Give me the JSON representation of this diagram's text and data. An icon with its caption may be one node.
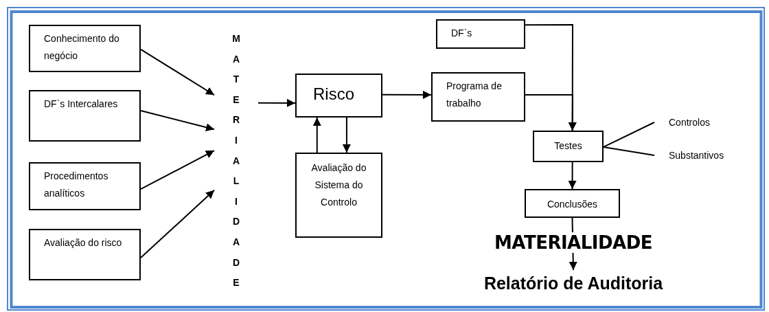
{
  "diagram": {
    "nodes": [
      {
        "text": [
          "Conhecimento do negócio"
        ]
      },
      {
        "text": [
          "DF`s Intercalares"
        ]
      },
      {
        "text": [
          "Procedimentos analíticos"
        ]
      },
      {
        "text": [
          "Avaliação do risco"
        ]
      },
      {
        "text": [
          "MATERIALIDADE"
        ]
      },
      {
        "text": [
          "Risco"
        ]
      },
      {
        "text": [
          "Avaliação do Sistema do Controlo"
        ]
      },
      {
        "text": [
          "DF`s"
        ]
      },
      {
        "text": [
          "Programa de trabalho"
        ]
      },
      {
        "text": [
          "Testes"
        ]
      },
      {
        "text": [
          "Controlos"
        ]
      },
      {
        "text": [
          "Substantivos"
        ]
      },
      {
        "text": [
          "Conclusões"
        ]
      },
      {
        "text": [
          "Relatório de Auditoria"
        ]
      }
    ],
    "edges": [
      {
        "from": 0,
        "to": 4,
        "arrow": "to"
      },
      {
        "from": 1,
        "to": 4,
        "arrow": "to"
      },
      {
        "from": 2,
        "to": 4,
        "arrow": "to"
      },
      {
        "from": 3,
        "to": 4,
        "arrow": "to"
      },
      {
        "from": 4,
        "to": 5,
        "arrow": "to"
      },
      {
        "from": 6,
        "to": 5,
        "arrow": "to"
      },
      {
        "from": 5,
        "to": 6,
        "arrow": "to"
      },
      {
        "from": 5,
        "to": 8,
        "arrow": "to"
      },
      {
        "from": 7,
        "to": 9,
        "arrow": "to"
      },
      {
        "from": 8,
        "to": 9,
        "arrow": "to"
      },
      {
        "from": 9,
        "to": 10,
        "arrow": "none"
      },
      {
        "from": 9,
        "to": 11,
        "arrow": "none"
      },
      {
        "from": 9,
        "to": 12,
        "arrow": "to"
      },
      {
        "from": 12,
        "to": 13,
        "arrow": "to"
      }
    ],
    "labels": [
      "MATERIALIDADE"
    ]
  }
}
